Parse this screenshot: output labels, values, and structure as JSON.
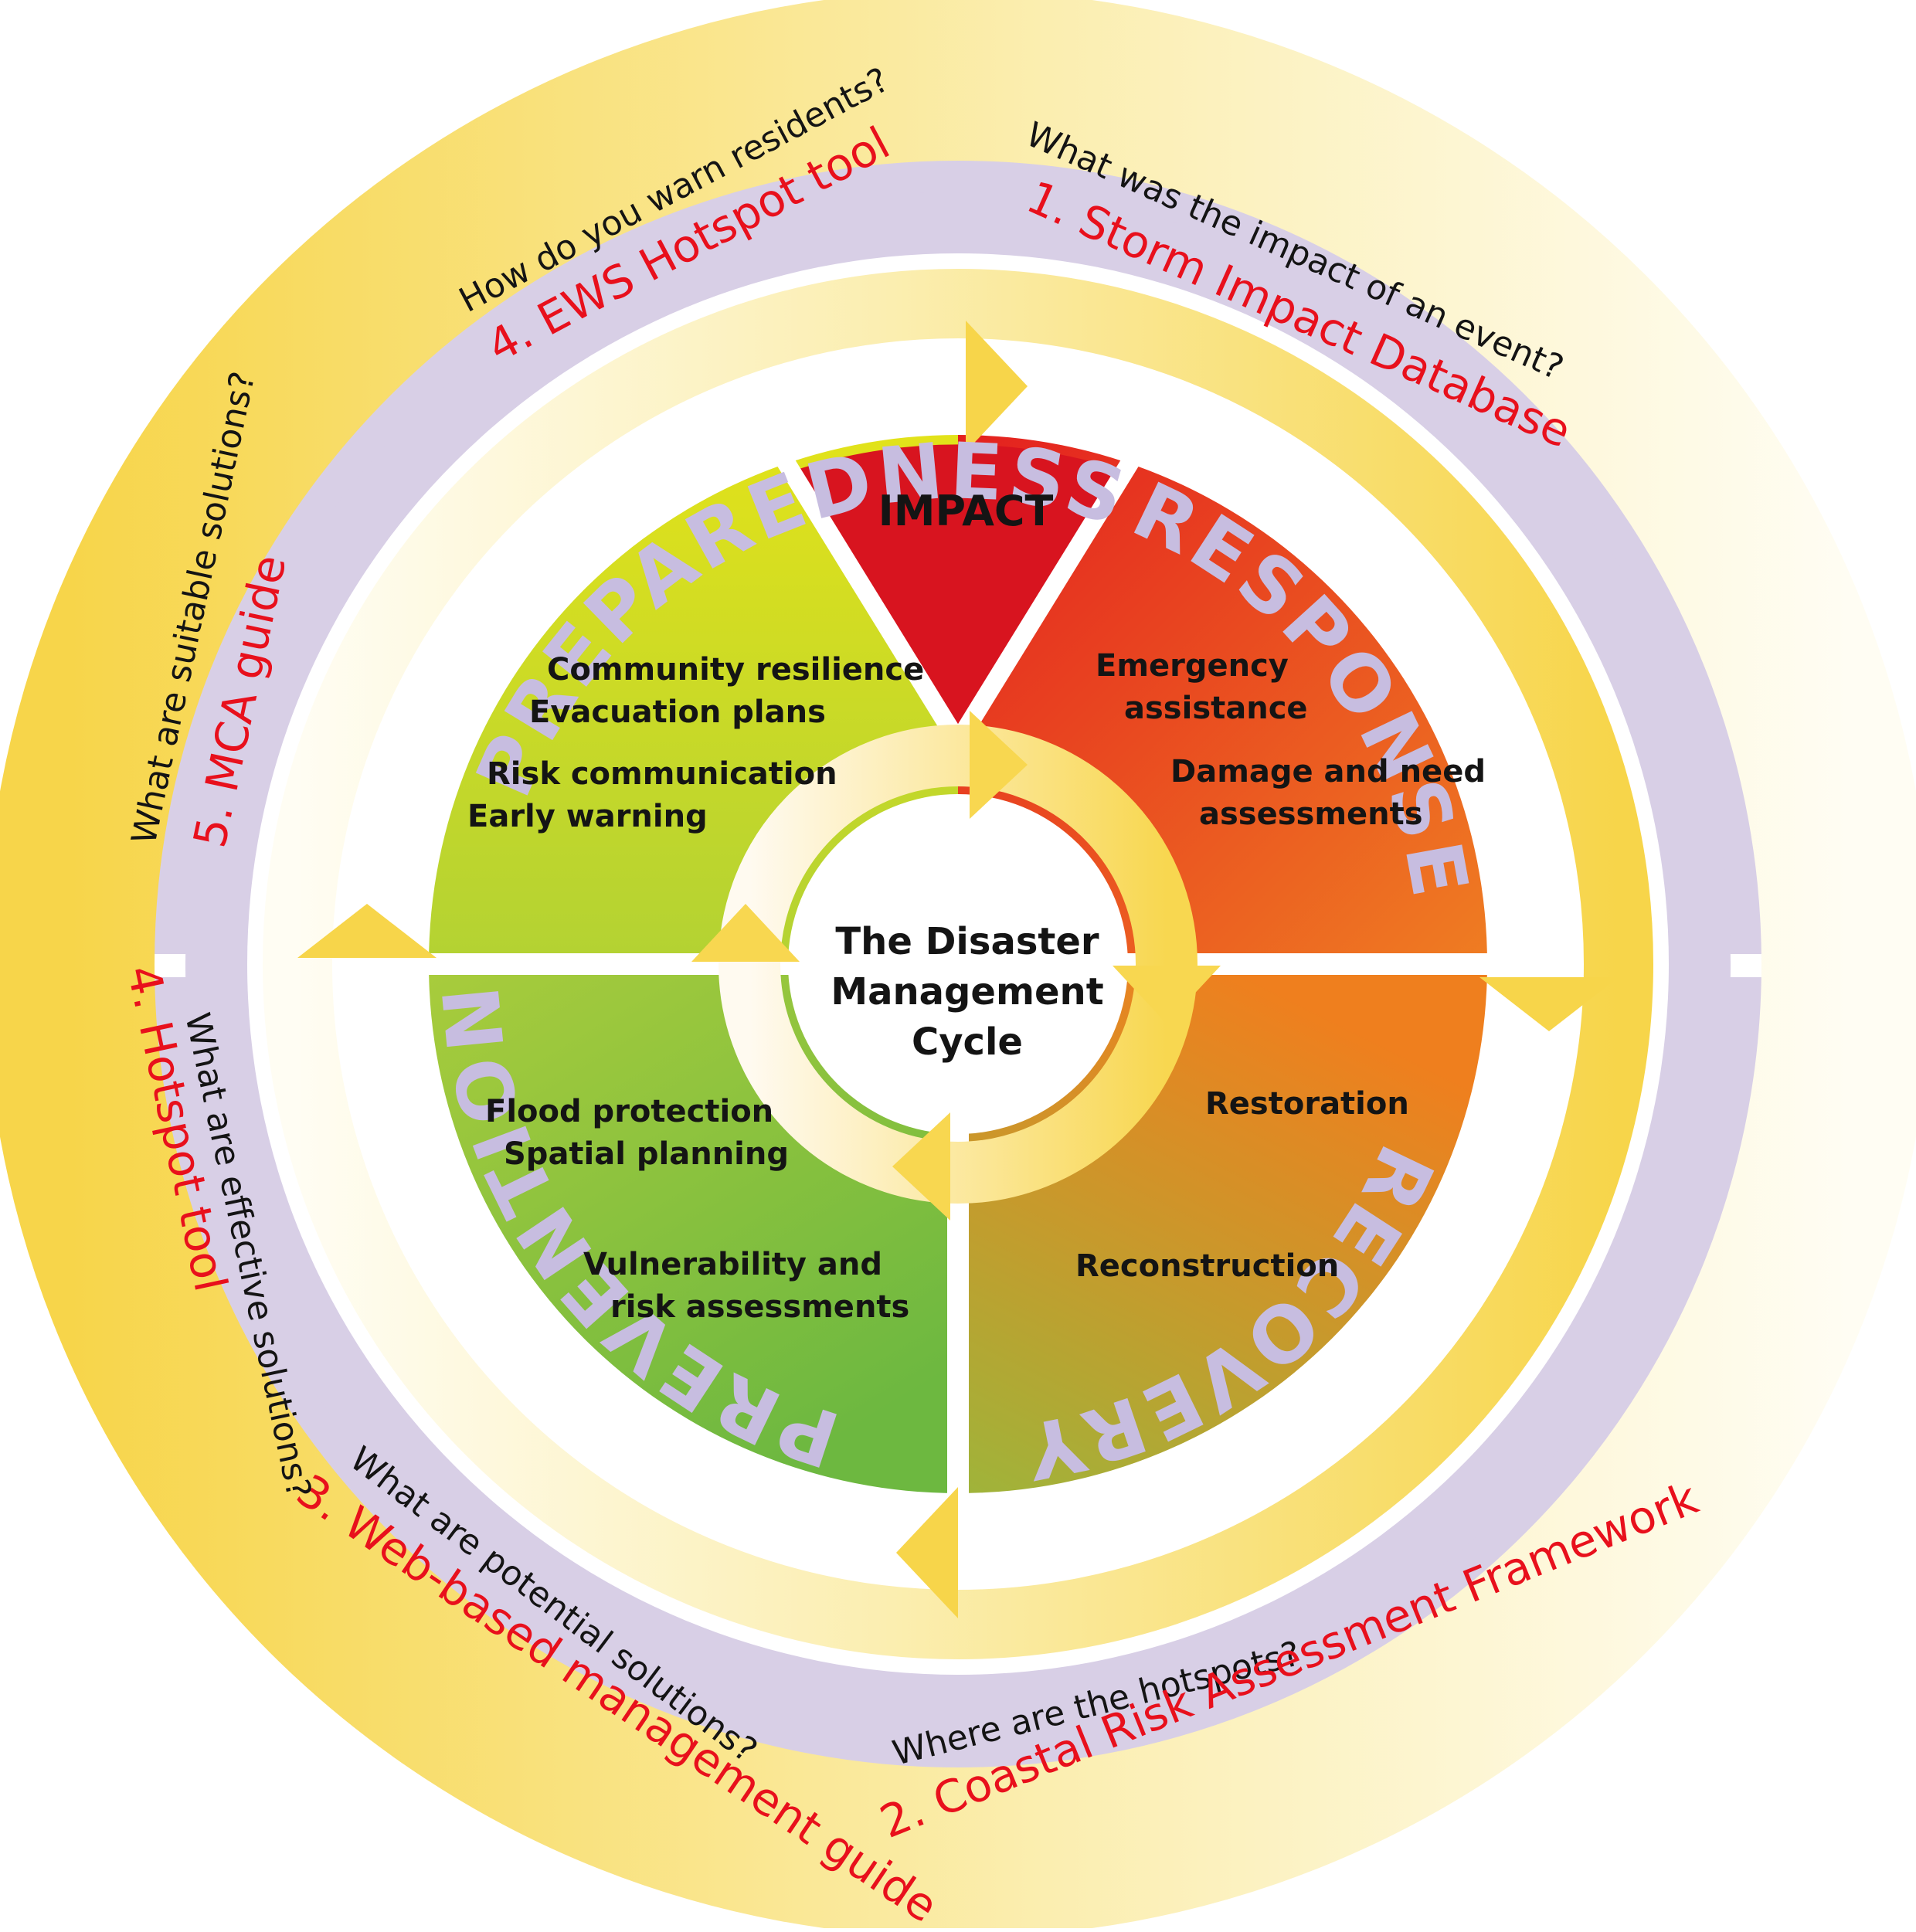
{
  "center_title": [
    "The Disaster",
    "Management",
    "Cycle"
  ],
  "phases": {
    "preparedness": "PREPAREDNESS",
    "response": "RESPONSE",
    "recovery": "RECOVERY",
    "prevention": "PREVENTION"
  },
  "impact": "IMPACT",
  "activities": {
    "preparedness": [
      "Community resilience",
      "Evacuation plans",
      "Risk communication",
      "Early warning"
    ],
    "response": [
      "Emergency",
      "assistance",
      "Damage and need",
      "assessments"
    ],
    "recovery": [
      "Restoration",
      "Reconstruction"
    ],
    "prevention": [
      "Flood protection",
      "Spatial planning",
      "Vulnerability and",
      "risk assessments"
    ]
  },
  "tools": [
    {
      "question": "What was the impact of an event?",
      "tool": "1. Storm Impact Database"
    },
    {
      "question": "Where are the hotspots?",
      "tool": "2. Coastal Risk Assessment Framework"
    },
    {
      "question": "What are potential solutions?",
      "tool": "3. Web-based management guide"
    },
    {
      "question": "What are effective solutions?",
      "tool": "4. Hotspot tool"
    },
    {
      "question": "What are suitable solutions?",
      "tool": "5. MCA guide"
    },
    {
      "question": "How do you warn residents?",
      "tool": "4. EWS Hotspot tool"
    }
  ],
  "colors": {
    "outer_ring": "#d8cfe6",
    "tool_text": "#e8101c",
    "impact": "#d8141f",
    "arrow_yellow": "#f8d95a",
    "phase_label": "#c7bde0"
  }
}
